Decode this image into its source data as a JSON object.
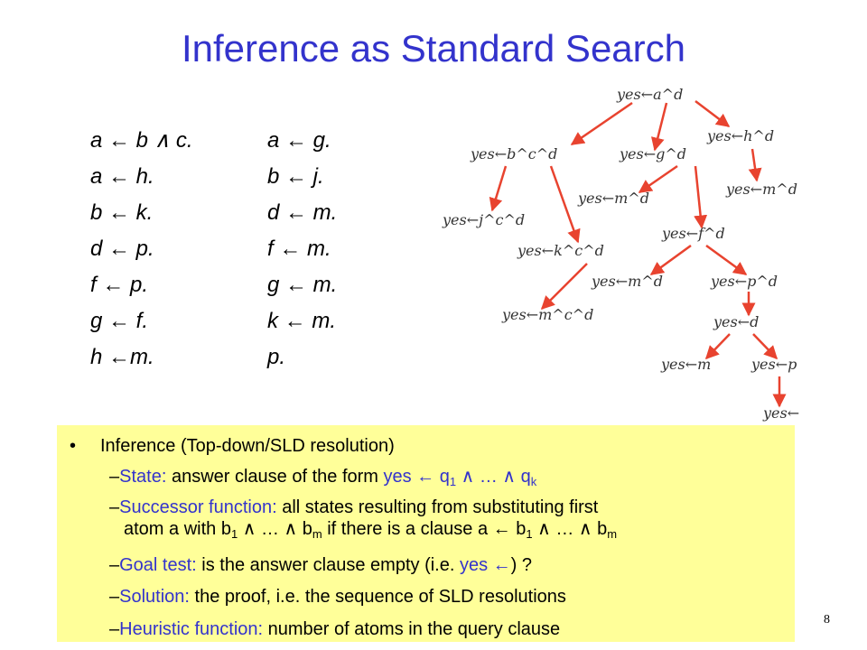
{
  "title": "Inference as Standard Search",
  "kb_left": [
    "a ←  b ∧ c.",
    "a ← h.",
    "b ← k.",
    "d ← p.",
    "f ← p.",
    "g ← f.",
    "h ←m."
  ],
  "kb_right": [
    "a ←  g.",
    "b ← j.",
    "d ← m.",
    "f ← m.",
    "g ← m.",
    "k ← m.",
    "p."
  ],
  "tree": {
    "nodes": {
      "n1": "yes←a^d",
      "n2": "yes←b^c^d",
      "n3": "yes←g^d",
      "n4": "yes←h^d",
      "n5": "yes←j^c^d",
      "n6": "yes←k^c^d",
      "n7": "yes←m^d",
      "n8": "yes←f^d",
      "n9": "yes←m^d",
      "n10": "yes←m^c^d",
      "n11": "yes←m^d",
      "n12": "yes←p^d",
      "n13": "yes←d",
      "n14": "yes←m",
      "n15": "yes←p",
      "n16": "yes←"
    },
    "arrow_color": "#e8432f"
  },
  "box": {
    "bullet": "•",
    "heading": "Inference (Top-down/SLD resolution)",
    "dash": "–",
    "state_label": "State:",
    "state_text": " answer clause of the form ",
    "state_yes": "yes ← q",
    "state_sub1": "1",
    "state_mid": " ∧ … ∧ q",
    "state_subk": "k",
    "succ_label": "Successor function:",
    "succ_text1": " all states resulting from substituting first",
    "succ_text2a": "atom a with b",
    "succ_sub1": "1",
    "succ_text2b": " ∧ …  ∧ b",
    "succ_subm": "m",
    "succ_text2c": " if there is a clause a ← b",
    "succ_sub1b": "1",
    "succ_text2d": " ∧ …  ∧ b",
    "succ_subm2": "m",
    "goal_label": "Goal test:",
    "goal_text": " is the answer clause empty (i.e. ",
    "goal_yes": "yes ←",
    "goal_end": ") ?",
    "sol_label": "Solution:",
    "sol_text": " the proof, i.e. the sequence of SLD resolutions",
    "heur_label": "Heuristic function:",
    "heur_text": " number of atoms in the query clause"
  },
  "page_number": "8",
  "colors": {
    "title": "#3333cc",
    "box_bg": "#ffff99",
    "label": "#3333cc"
  }
}
